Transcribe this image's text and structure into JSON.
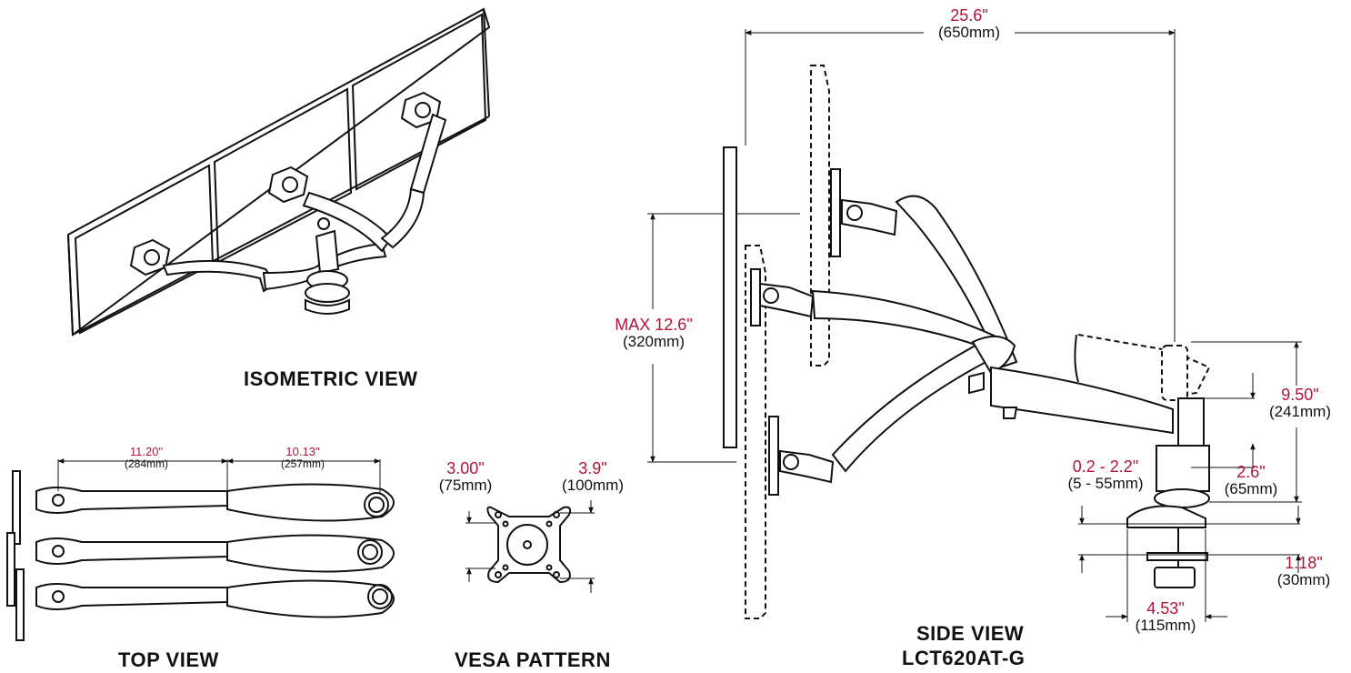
{
  "views": {
    "isometric": "ISOMETRIC VIEW",
    "top": "TOP VIEW",
    "vesa": "VESA PATTERN",
    "side": "SIDE VIEW",
    "model": "LCT620AT-G"
  },
  "dimensions": {
    "overall_width": {
      "imperial": "25.6\"",
      "metric": "(650mm)"
    },
    "max_height": {
      "imperial": "MAX 12.6\"",
      "metric": "(320mm)"
    },
    "arm_inner": {
      "imperial": "11.20\"",
      "metric": "(284mm)"
    },
    "arm_outer": {
      "imperial": "10.13\"",
      "metric": "(257mm)"
    },
    "vesa_small": {
      "imperial": "3.00\"",
      "metric": "(75mm)"
    },
    "vesa_large": {
      "imperial": "3.9\"",
      "metric": "(100mm)"
    },
    "pole_height": {
      "imperial": "9.50\"",
      "metric": "(241mm)"
    },
    "clamp_range": {
      "imperial": "0.2 - 2.2\"",
      "metric": "(5 - 55mm)"
    },
    "collar": {
      "imperial": "2.6\"",
      "metric": "(65mm)"
    },
    "clamp_depth": {
      "imperial": "1.18\"",
      "metric": "(30mm)"
    },
    "base_width": {
      "imperial": "4.53\"",
      "metric": "(115mm)"
    }
  },
  "colors": {
    "imperial": "#b0163a",
    "line": "#111111"
  }
}
